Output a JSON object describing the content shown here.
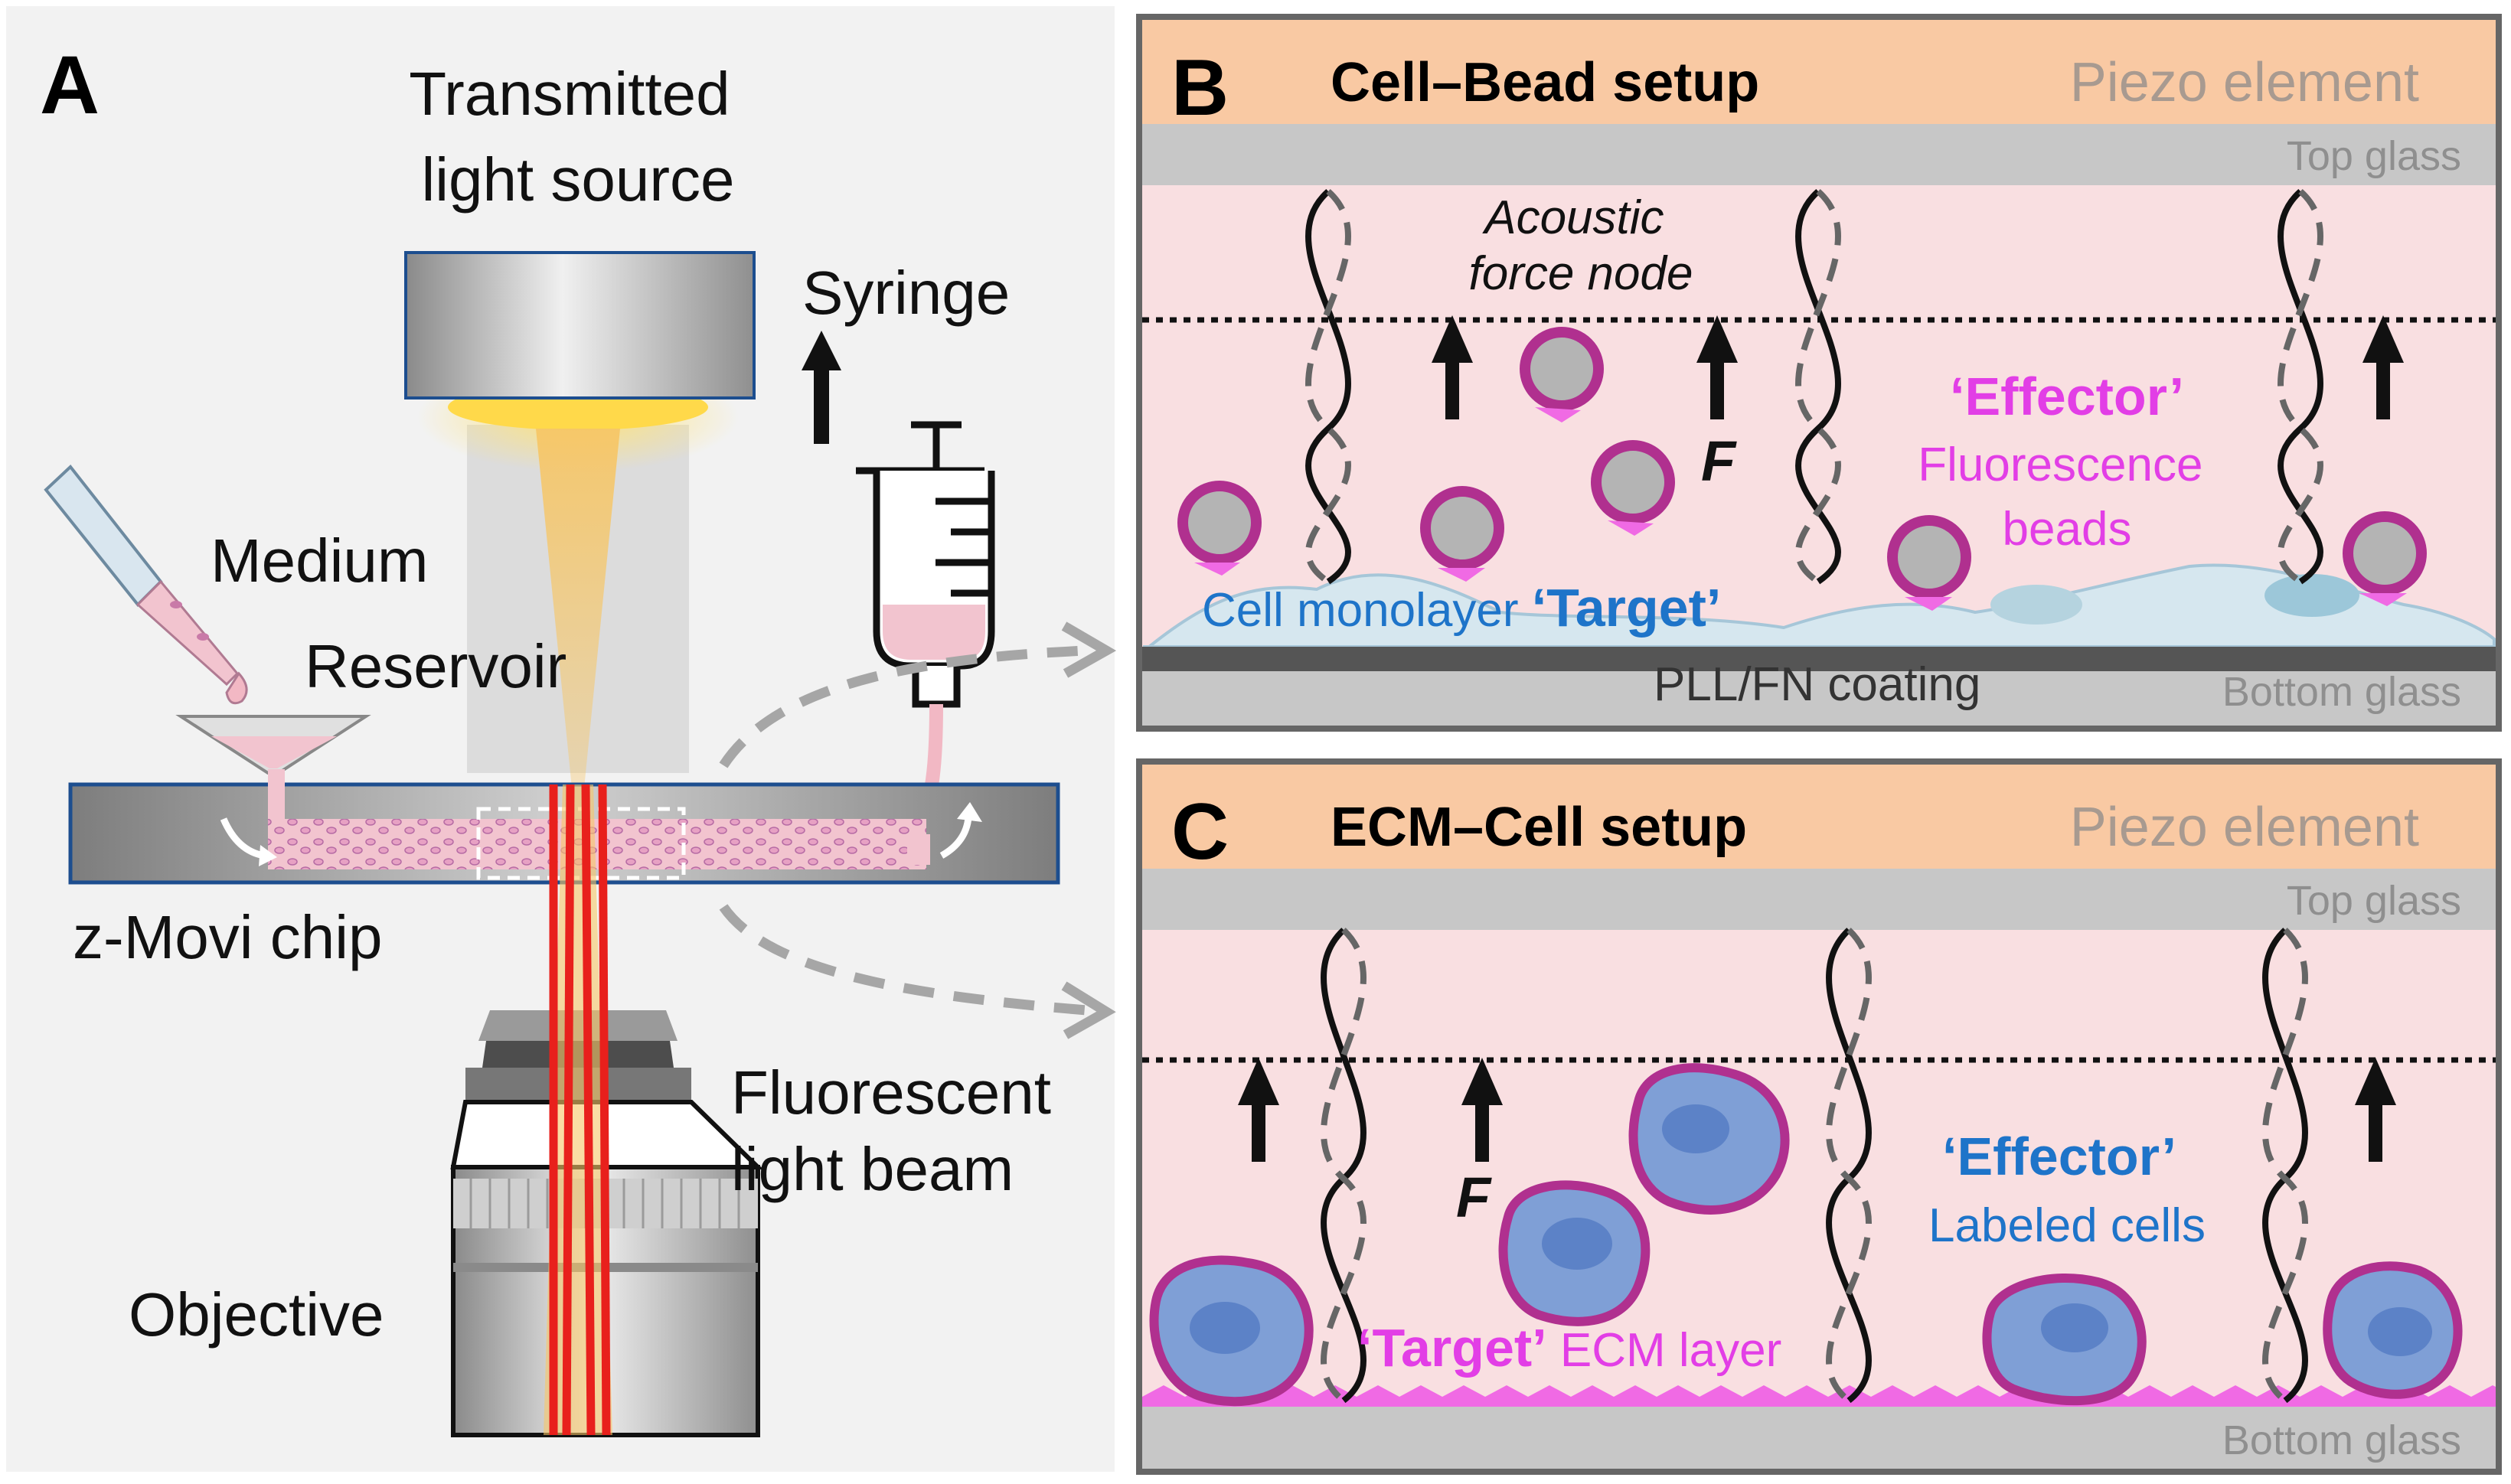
{
  "panel_a": {
    "letter": "A",
    "light_source": [
      "Transmitted",
      "light source"
    ],
    "syringe": "Syringe",
    "medium": "Medium",
    "reservoir": "Reservoir",
    "chip": "z-Movi chip",
    "beam": [
      "Fluorescent",
      "light beam"
    ],
    "objective": "Objective"
  },
  "panel_b": {
    "letter": "B",
    "title": "Cell–Bead setup",
    "piezo": "Piezo element",
    "top_glass": "Top glass",
    "node": [
      "Acoustic",
      "force node"
    ],
    "force": "F",
    "effector": "‘Effector’",
    "effector_desc": [
      "Fluorescence",
      "beads"
    ],
    "target_prefix": "Cell monolayer ",
    "target": "‘Target’",
    "coating": "PLL/FN coating",
    "bottom_glass": "Bottom glass"
  },
  "panel_c": {
    "letter": "C",
    "title": "ECM–Cell setup",
    "piezo": "Piezo element",
    "top_glass": "Top glass",
    "force": "F",
    "effector": "‘Effector’",
    "effector_desc": "Labeled cells",
    "target": "‘Target’",
    "target_suffix": " ECM layer",
    "bottom_glass": "Bottom glass"
  },
  "colors": {
    "piezo": "#f9c9a3",
    "glass": "#c7c7c7",
    "chamber": "#f9dfe1",
    "magenta": "#e23ee6",
    "blue": "#1e74c9",
    "bead_ring": "#b0308f",
    "cell_fill": "#7f9fd6"
  }
}
